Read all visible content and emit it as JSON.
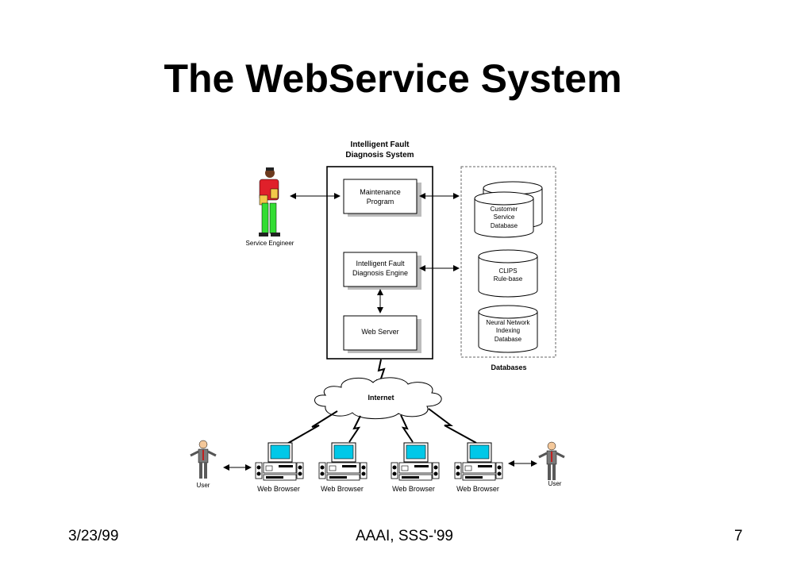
{
  "title": "The WebService System",
  "footer": {
    "date": "3/23/99",
    "venue": "AAAI, SSS-'99",
    "page": "7"
  },
  "diagram": {
    "system_title_line1": "Intelligent Fault",
    "system_title_line2": "Diagnosis System",
    "maintenance_line1": "Maintenance",
    "maintenance_line2": "Program",
    "engine_line1": "Intelligent Fault",
    "engine_line2": "Diagnosis Engine",
    "web_server": "Web Server",
    "customer_db_line1": "Customer",
    "customer_db_line2": "Service",
    "customer_db_line3": "Database",
    "clips_line1": "CLIPS",
    "clips_line2": "Rule-base",
    "nn_line1": "Neural Network",
    "nn_line2": "Indexing",
    "nn_line3": "Database",
    "databases_label": "Databases",
    "internet": "Internet",
    "service_engineer": "Service Engineer",
    "user_left": "User",
    "user_right": "User",
    "browsers": [
      "Web Browser",
      "Web Browser",
      "Web Browser",
      "Web Browser"
    ]
  },
  "colors": {
    "monitor_screen": "#00c8e8",
    "engineer_shirt": "#e0202a",
    "engineer_pants": "#33dd33",
    "engineer_folder": "#f2c84a"
  }
}
